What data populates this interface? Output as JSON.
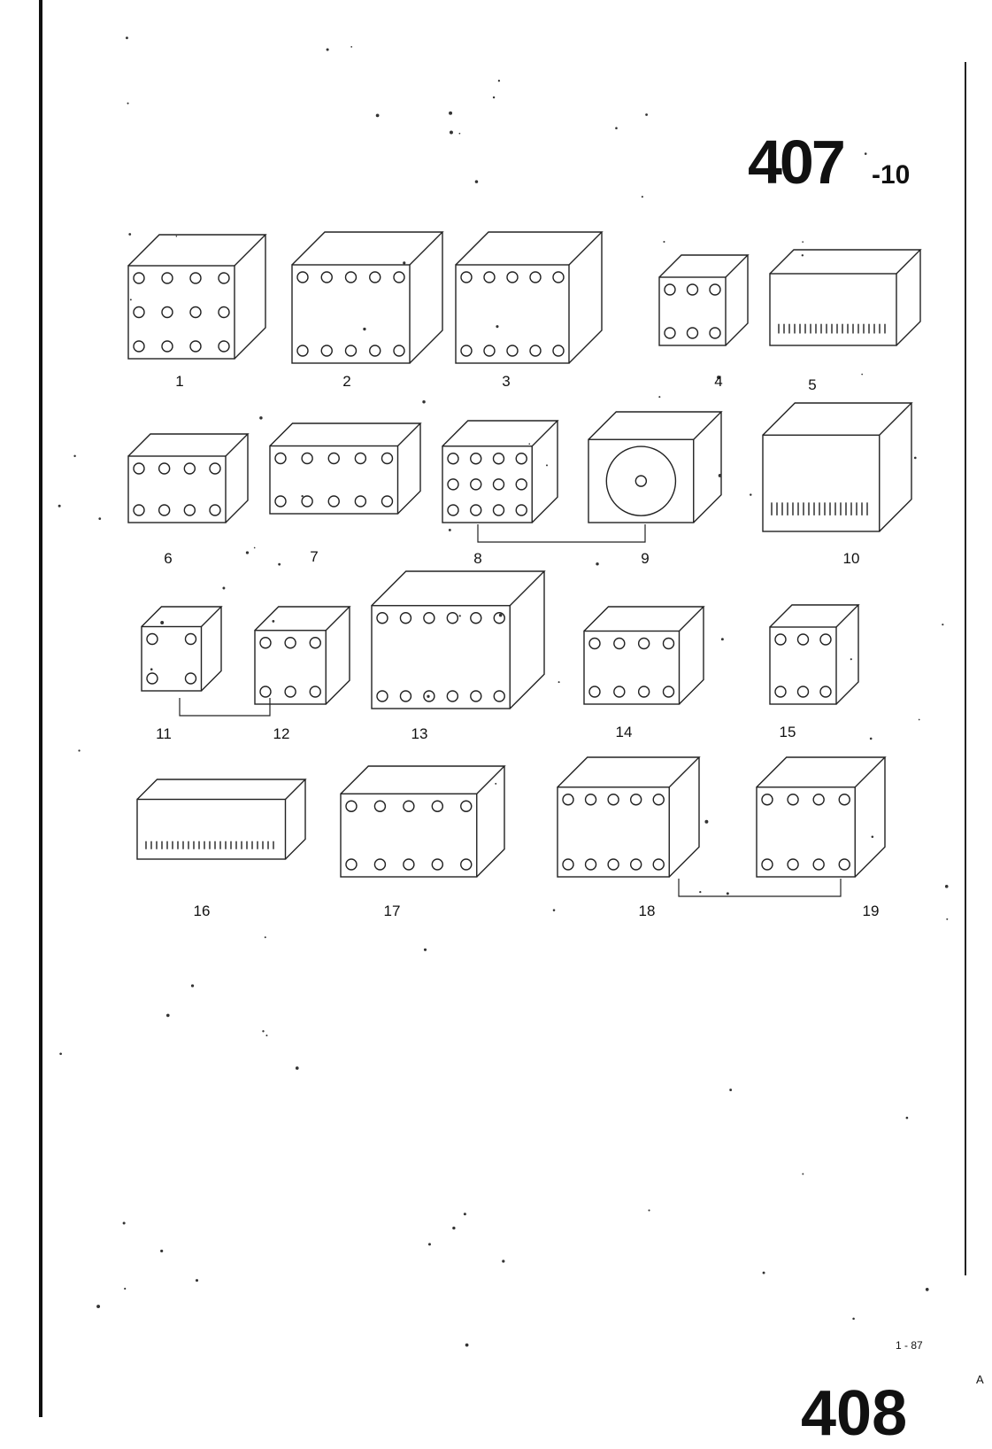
{
  "header": {
    "page_number": "407",
    "page_suffix": "-10"
  },
  "parts": [
    {
      "label": "1"
    },
    {
      "label": "2"
    },
    {
      "label": "3"
    },
    {
      "label": "4"
    },
    {
      "label": "5"
    },
    {
      "label": "6"
    },
    {
      "label": "7"
    },
    {
      "label": "8"
    },
    {
      "label": "9"
    },
    {
      "label": "10"
    },
    {
      "label": "11"
    },
    {
      "label": "12"
    },
    {
      "label": "13"
    },
    {
      "label": "14"
    },
    {
      "label": "15"
    },
    {
      "label": "16"
    },
    {
      "label": "17"
    },
    {
      "label": "18"
    },
    {
      "label": "19"
    }
  ],
  "footer": {
    "date_code": "1 - 87",
    "next_page_number": "408",
    "corner_letter": "A"
  }
}
